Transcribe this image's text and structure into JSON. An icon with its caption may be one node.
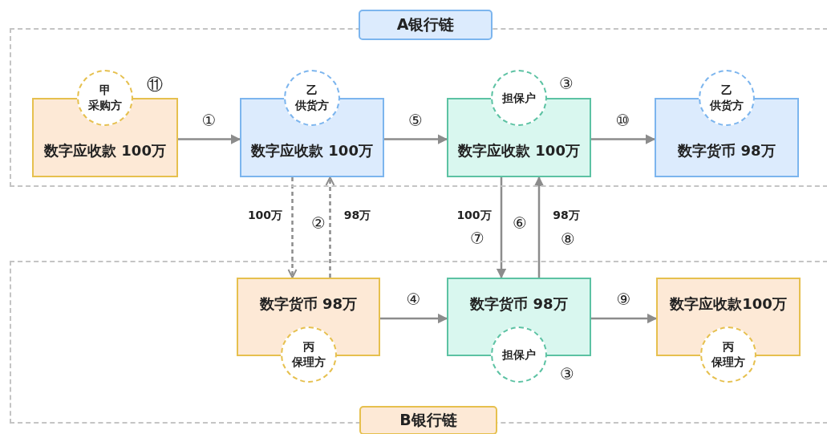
{
  "diagram": {
    "nodes": [
      {
        "text": [
          "A银行链"
        ]
      },
      {
        "text": [
          "甲",
          "采购方",
          "数字应收款 100万"
        ],
        "in": 0,
        "beside": [
          "⑪"
        ]
      },
      {
        "text": [
          "乙",
          "供货方",
          "数字应收款 100万"
        ],
        "in": 0
      },
      {
        "text": [
          "担保户",
          "数字应收款 100万"
        ],
        "in": 0,
        "beside": [
          "③"
        ]
      },
      {
        "text": [
          "乙",
          "供货方",
          "数字货币 98万"
        ],
        "in": 0
      },
      {
        "text": [
          "B银行链"
        ]
      },
      {
        "text": [
          "数字货币 98万",
          "丙",
          "保理方"
        ],
        "in": 5
      },
      {
        "text": [
          "数字货币 98万",
          "担保户"
        ],
        "in": 5,
        "beside": [
          "③"
        ]
      },
      {
        "text": [
          "数字应收款100万",
          "丙",
          "保理方"
        ],
        "in": 5
      }
    ],
    "edges": [
      {
        "from": 1,
        "to": 2,
        "arrow": "to",
        "label": "①"
      },
      {
        "from": 2,
        "to": 3,
        "arrow": "to",
        "label": "⑤"
      },
      {
        "from": 3,
        "to": 4,
        "arrow": "to",
        "label": "⑩"
      },
      {
        "from": 2,
        "to": 6,
        "arrow": "to",
        "style": "dashed",
        "label": "100万"
      },
      {
        "from": 6,
        "to": 2,
        "arrow": "to",
        "style": "dashed",
        "label": "98万"
      },
      {
        "from": 3,
        "to": 7,
        "arrow": "to",
        "label": "100万"
      },
      {
        "from": 7,
        "to": 3,
        "arrow": "to",
        "label": "98万"
      },
      {
        "from": 6,
        "to": 7,
        "arrow": "to",
        "label": "④"
      },
      {
        "from": 7,
        "to": 8,
        "arrow": "to",
        "label": "⑨"
      }
    ],
    "labels": [
      "②",
      "⑥",
      "⑦",
      "⑧"
    ]
  }
}
